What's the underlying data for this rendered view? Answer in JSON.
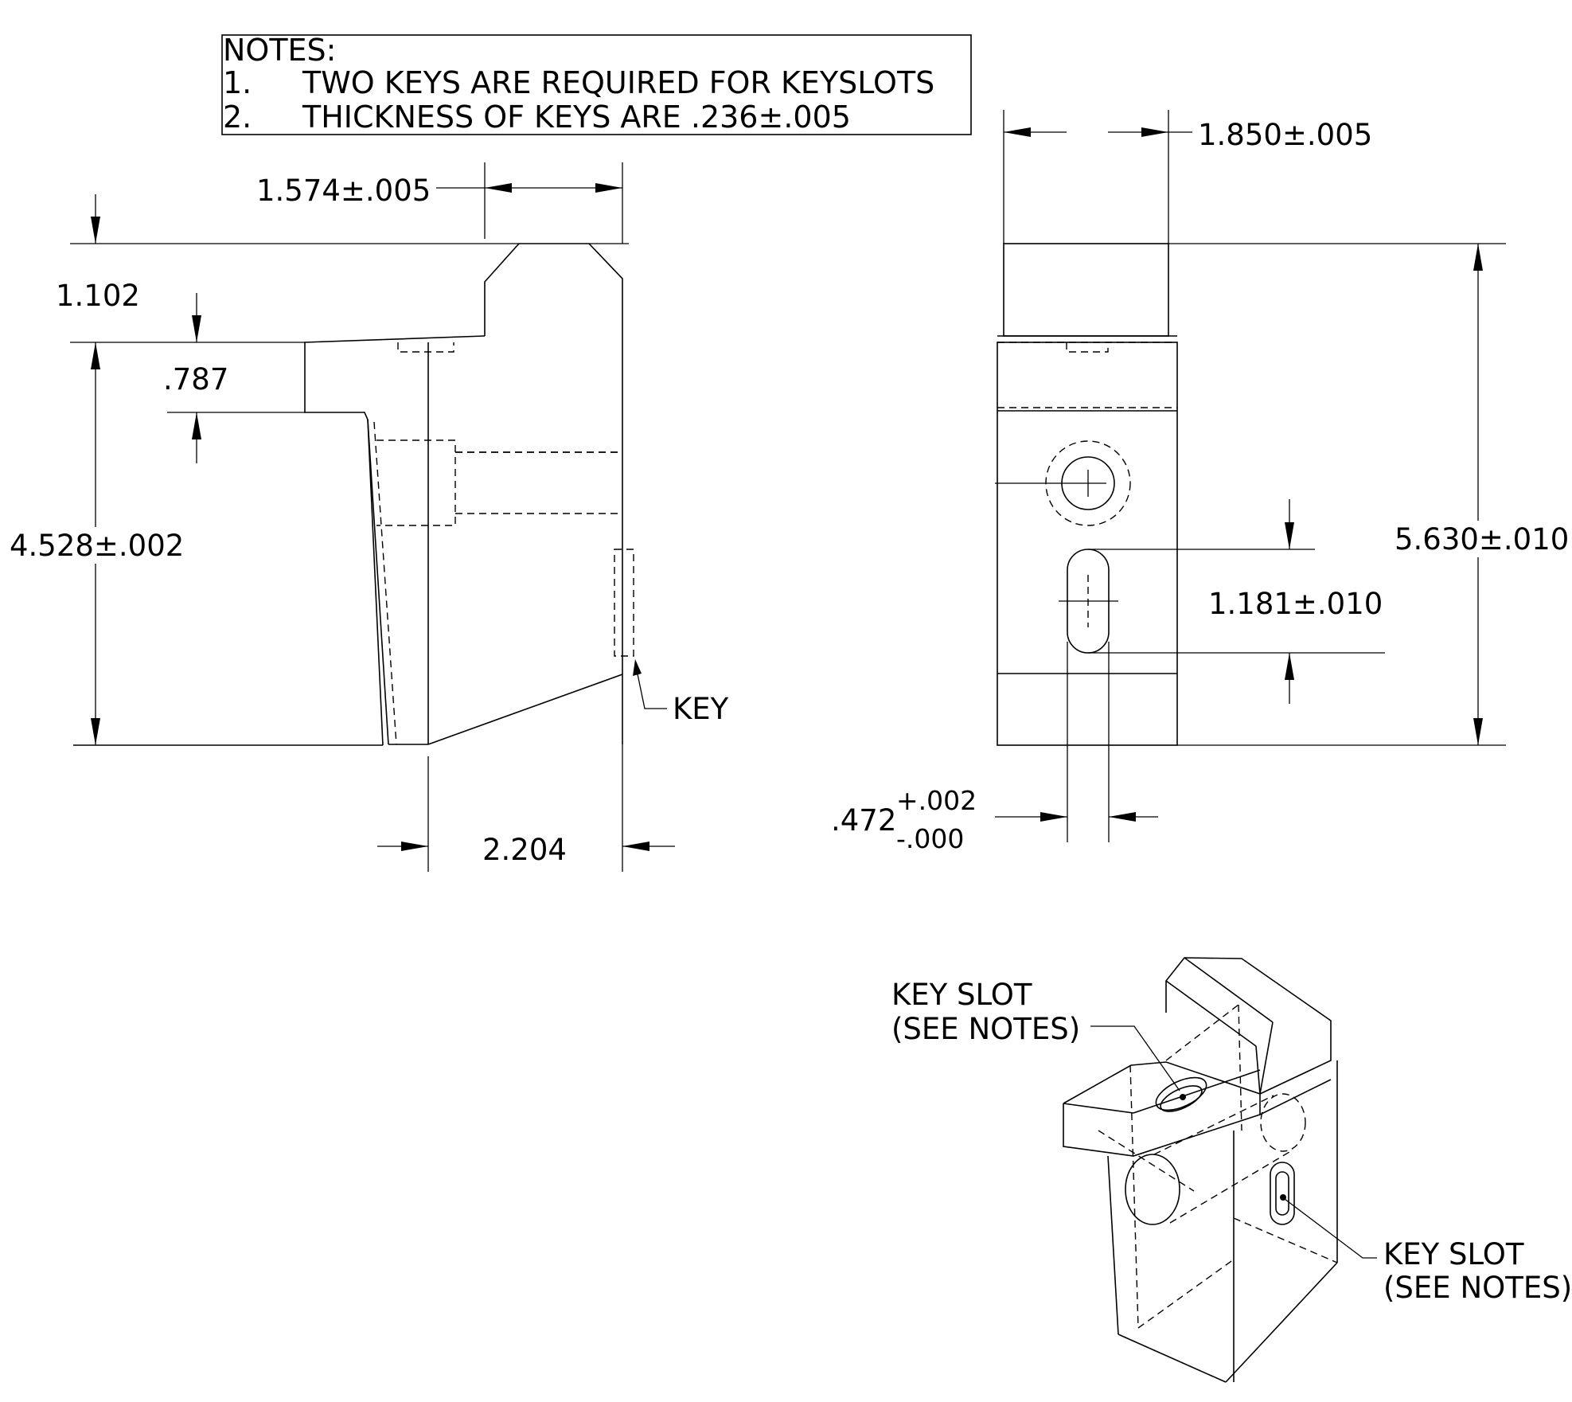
{
  "notes": {
    "heading": "NOTES:",
    "items": [
      {
        "number": "1.",
        "text": "TWO KEYS ARE REQUIRED FOR KEYSLOTS"
      },
      {
        "number": "2.",
        "text": "THICKNESS OF KEYS ARE .236±.005"
      }
    ]
  },
  "side_view": {
    "dim_top_width": "1.574±.005",
    "dim_top_height": "1.102",
    "dim_step": ".787",
    "dim_height": "4.528±.002",
    "dim_bottom_width": "2.204",
    "key_label": "KEY"
  },
  "front_view": {
    "dim_width": "1.850±.005",
    "dim_height": "5.630±.010",
    "dim_slot_length": "1.181±.010",
    "dim_slot_width_nominal": ".472",
    "dim_slot_width_plus": "+.002",
    "dim_slot_width_minus": "-.000"
  },
  "iso_view": {
    "key_slot_label_1": "KEY SLOT",
    "key_slot_note_1": "(SEE NOTES)",
    "key_slot_label_2": "KEY SLOT",
    "key_slot_note_2": "(SEE NOTES)"
  }
}
